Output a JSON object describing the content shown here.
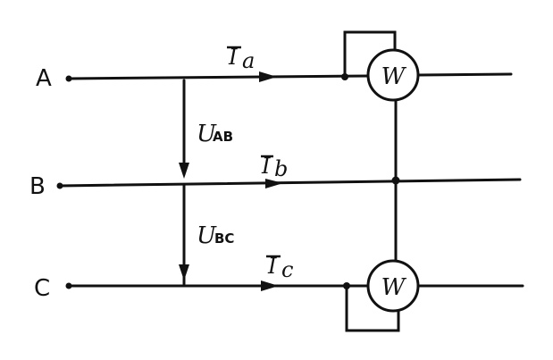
{
  "phases": [
    "A",
    "B",
    "C"
  ],
  "currents": [
    {
      "symbol": "I",
      "subscript": "a"
    },
    {
      "symbol": "I",
      "subscript": "b"
    },
    {
      "symbol": "I",
      "subscript": "c"
    }
  ],
  "voltages": [
    {
      "symbol": "U",
      "subscript": "AB"
    },
    {
      "symbol": "U",
      "subscript": "BC"
    }
  ],
  "meters": [
    {
      "label": "W"
    },
    {
      "label": "W"
    }
  ]
}
